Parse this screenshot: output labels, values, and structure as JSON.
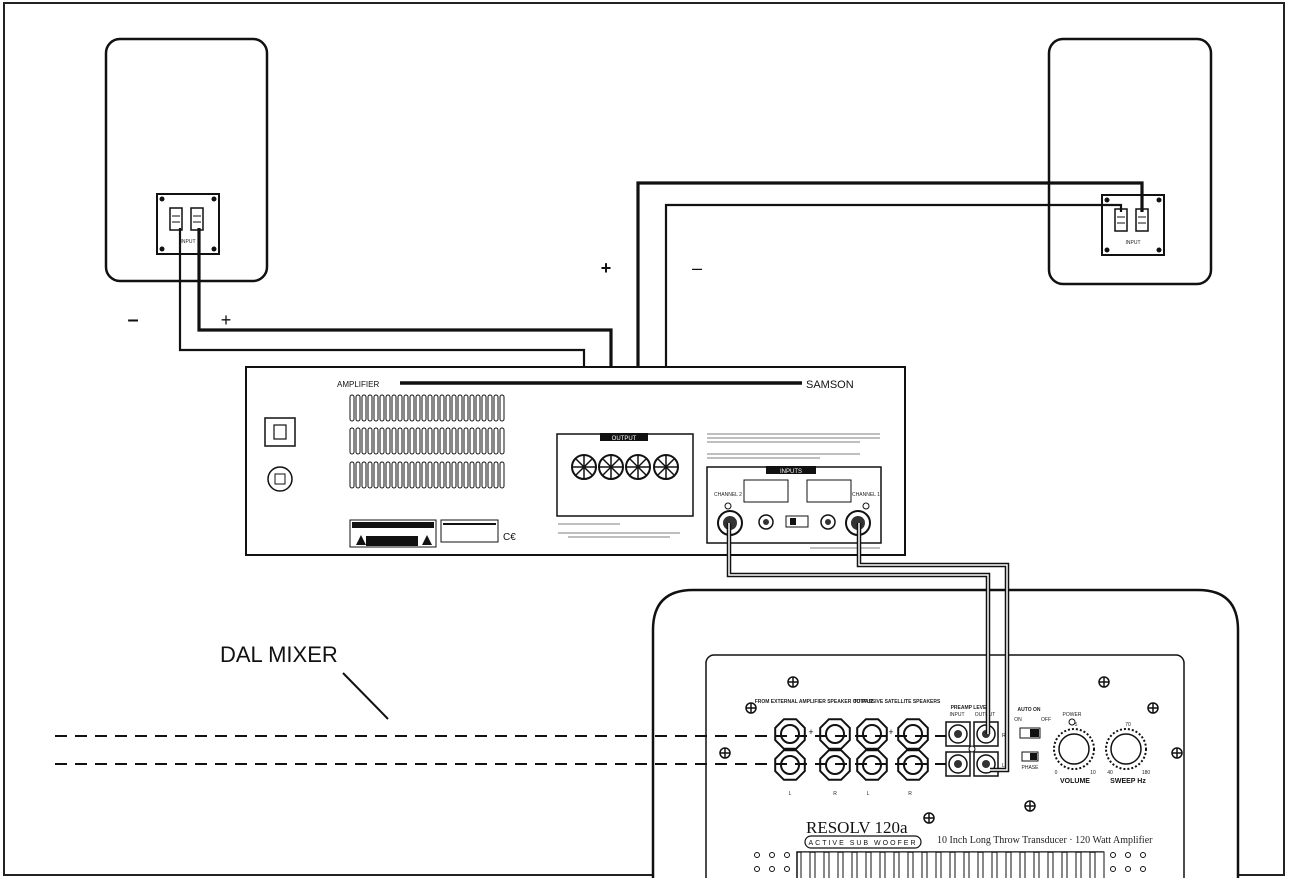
{
  "labels": {
    "left_minus": "–",
    "left_plus": "+",
    "right_plus": "+",
    "right_minus": "–",
    "dal_mixer": "DAL MIXER"
  },
  "left_speaker": {
    "input_label": "INPUT"
  },
  "right_speaker": {
    "input_label": "INPUT"
  },
  "amplifier": {
    "brand_left": "AMPLIFIER",
    "brand_right": "SAMSON",
    "output_label": "OUTPUT",
    "inputs_label": "INPUTS",
    "ch_left": "CHANNEL 2",
    "ch_right": "CHANNEL 1"
  },
  "subwoofer": {
    "logo": "RESOLV 120a",
    "subtitle": "ACTIVE SUB WOOFER",
    "spec_text": "10 Inch Long Throw Transducer · 120 Watt Amplifier",
    "from_amp_label": "FROM EXTERNAL AMPLIFIER SPEAKER OUTPUT",
    "to_satellite_label": "TO PASSIVE SATELLITE SPEAKERS",
    "preamp_label": "PREAMP LEVEL",
    "preamp_input": "INPUT",
    "preamp_output": "OUTPUT",
    "auto_on": "AUTO ON",
    "on": "ON",
    "off": "OFF",
    "phase": "PHASE",
    "power": "POWER",
    "volume": "VOLUME",
    "sweep": "SWEEP Hz",
    "volume_ticks": [
      "0",
      "5",
      "10"
    ],
    "sweep_ticks": [
      "40",
      "70",
      "180"
    ],
    "jack_letters": [
      "L",
      "R",
      "L",
      "R"
    ]
  },
  "colors": {
    "line": "#111111",
    "panel_fill": "#ffffff",
    "jack_fill": "#444444"
  }
}
